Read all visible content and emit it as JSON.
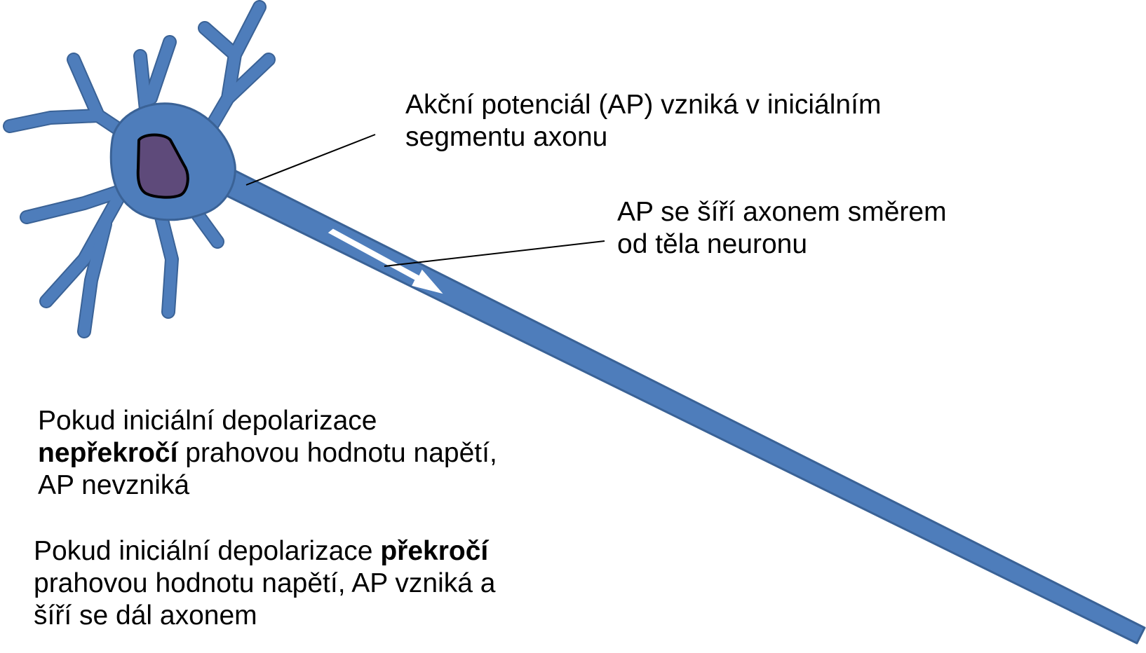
{
  "colors": {
    "neuron_fill": "#4E7DBB",
    "neuron_outline": "#3A6296",
    "nucleus_fill": "#5E4A7A",
    "nucleus_outline": "#000000",
    "arrow_fill": "#FFFFFF",
    "pointer_line": "#000000",
    "text": "#000000"
  },
  "labels": {
    "initial_segment": {
      "line1": "Akční potenciál (AP) vzniká v iniciálním",
      "line2": "segmentu axonu"
    },
    "propagation": {
      "line1": "AP se šíří axonem směrem",
      "line2": "od těla neuronu"
    },
    "below_threshold": {
      "line1": "Pokud iniciální depolarizace",
      "line2_bold": "nepřekročí",
      "line2_rest": " prahovou hodnotu napětí,",
      "line3": "AP nevzniká"
    },
    "above_threshold": {
      "line1_start": "Pokud iniciální depolarizace ",
      "line1_bold": "překročí",
      "line2": "prahovou hodnotu napětí, AP vzniká a",
      "line3": "šíří se dál axonem"
    }
  }
}
